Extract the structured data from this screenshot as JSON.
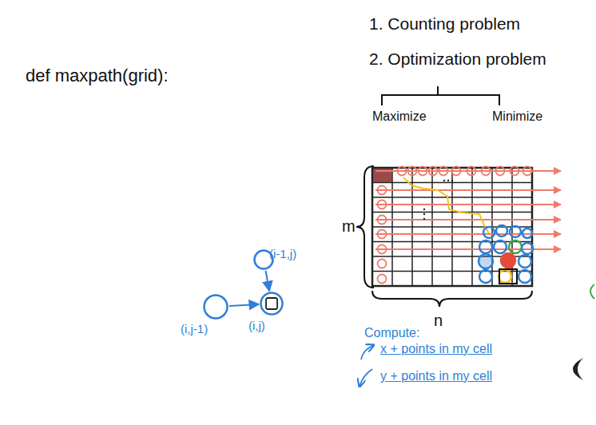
{
  "diagram": {
    "nodes": [
      {
        "text": [
          "(i-1,j)"
        ]
      },
      {
        "text": [
          "(i,j-1)"
        ]
      },
      {
        "text": [
          "(i,j)"
        ]
      }
    ],
    "edges": [
      {
        "from": 0,
        "to": 2,
        "arrow": "to"
      },
      {
        "from": 1,
        "to": 2,
        "arrow": "to"
      }
    ],
    "labels": [
      "def maxpath(grid):",
      "1. Counting problem",
      "2. Optimization problem",
      "Maximize",
      "Minimize",
      "m",
      "n",
      "Compute:",
      "x + points in my cell",
      "y + points in my cell"
    ]
  }
}
